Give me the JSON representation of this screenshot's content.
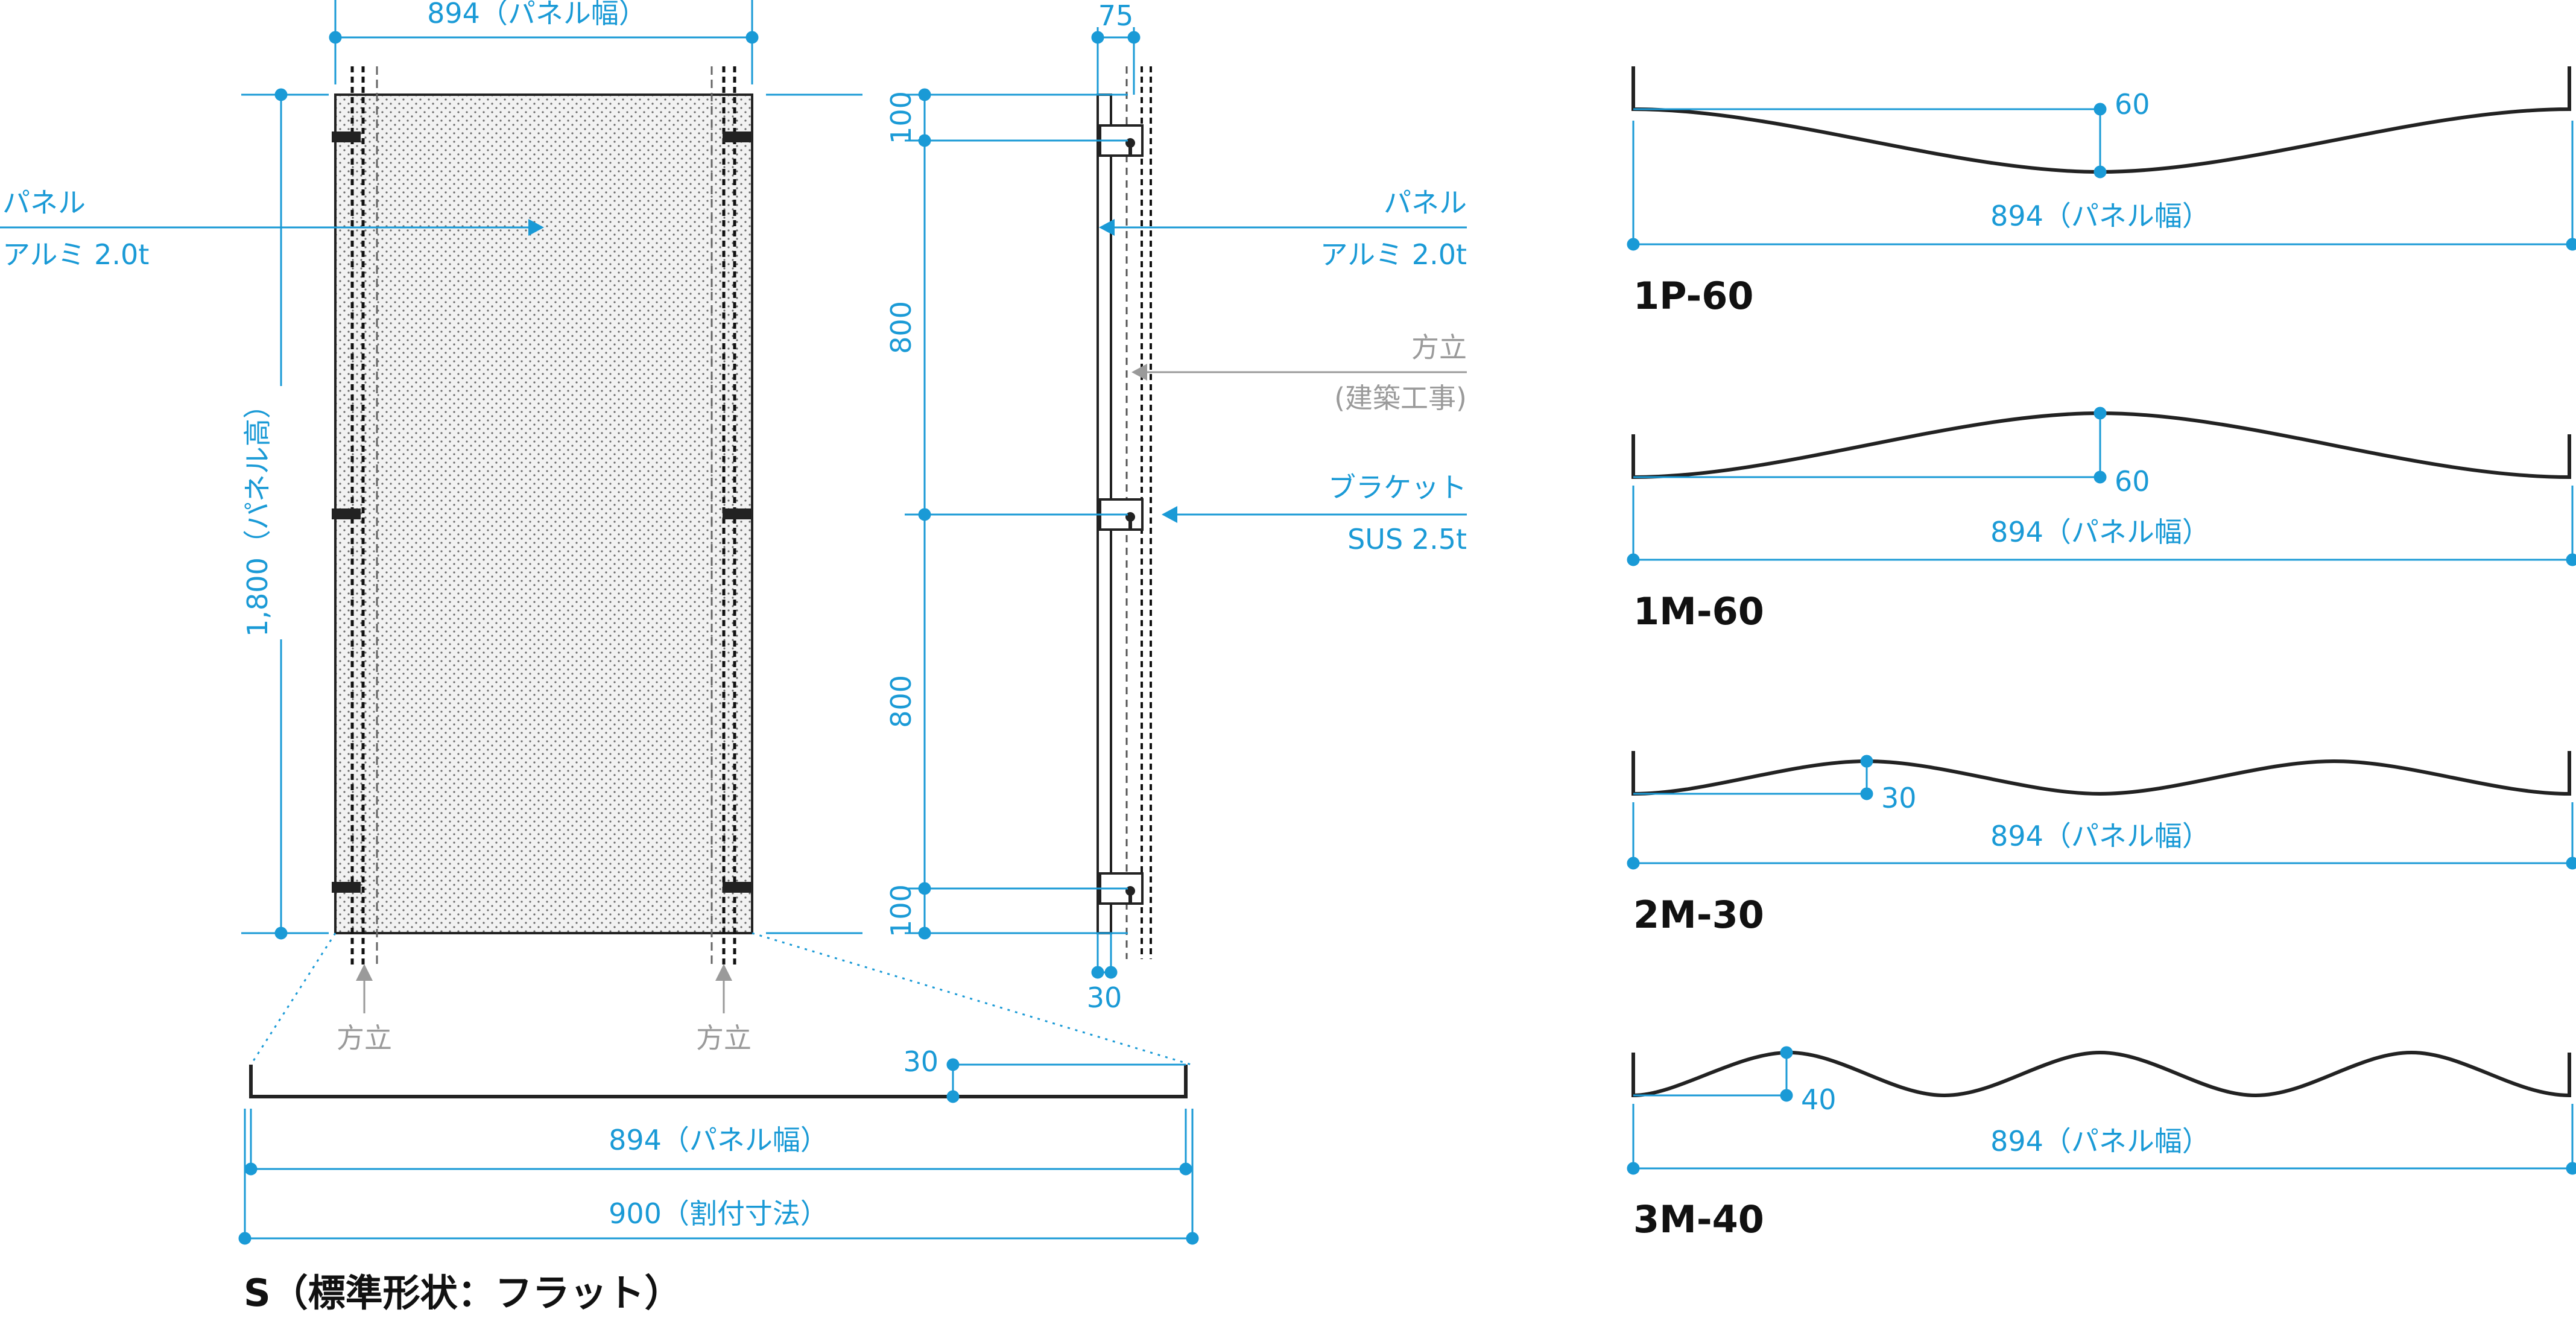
{
  "colors": {
    "dimension": "#1a9ad6",
    "drawing": "#222222",
    "mullion": "#9a9a9a",
    "caption": "#111111"
  },
  "front_view": {
    "panel_width": "894（パネル幅）",
    "panel_height": "1,800（パネル高）",
    "panel_label": "パネル",
    "panel_material": "アルミ 2.0t",
    "mullion_left": "方立",
    "mullion_right": "方立"
  },
  "side_view": {
    "depth_top": "75",
    "depth_bottom": "30",
    "seg_top": "100",
    "seg_upper": "800",
    "seg_lower": "800",
    "seg_bottom": "100",
    "panel_label": "パネル",
    "panel_material": "アルミ 2.0t",
    "mullion_label": "方立",
    "mullion_note": "(建築工事)",
    "bracket_label": "ブラケット",
    "bracket_material": "SUS 2.5t"
  },
  "section_s": {
    "edge": "30",
    "panel_width": "894（パネル幅）",
    "module": "900（割付寸法）",
    "title": "S（標準形状：フラット）"
  },
  "profiles": [
    {
      "depth": "60",
      "width": "894（パネル幅）",
      "title": "1P-60"
    },
    {
      "depth": "60",
      "width": "894（パネル幅）",
      "title": "1M-60"
    },
    {
      "depth": "30",
      "width": "894（パネル幅）",
      "title": "2M-30"
    },
    {
      "depth": "40",
      "width": "894（パネル幅）",
      "title": "3M-40"
    }
  ]
}
